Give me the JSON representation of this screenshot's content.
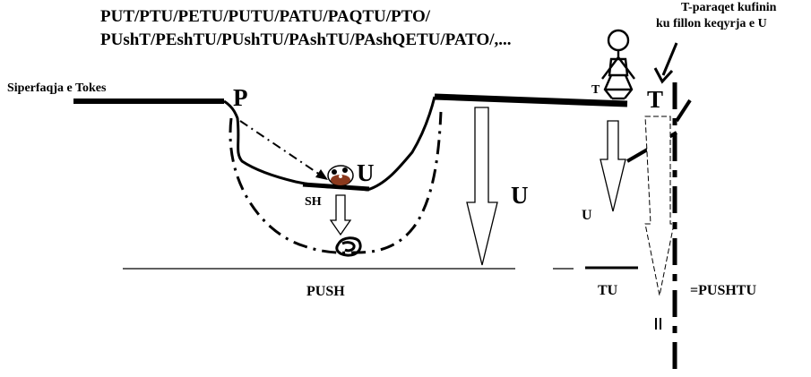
{
  "title_lines": [
    "PUT/PTU/PETU/PUTU/PATU/PAQTU/PTO/",
    "PUshT/PEshTU/PUshTU/PAshTU/PAshQETU/PATO/,..."
  ],
  "labels": {
    "surface": "Siperfaqja e Tokes",
    "p": "P",
    "u_center": "U",
    "sh": "SH",
    "u_big": "U",
    "t_small": "T",
    "t_big": "T",
    "u_small": "U",
    "push": "PUSH",
    "tu": "TU",
    "pushtu": "=PUSHTU",
    "annotation_line1": "T-paraqet kufinin",
    "annotation_line2": "ku fillon keqyrja e U"
  },
  "colors": {
    "ink": "#000000",
    "nest_brown": "#8b3a1e",
    "background": "#ffffff"
  }
}
